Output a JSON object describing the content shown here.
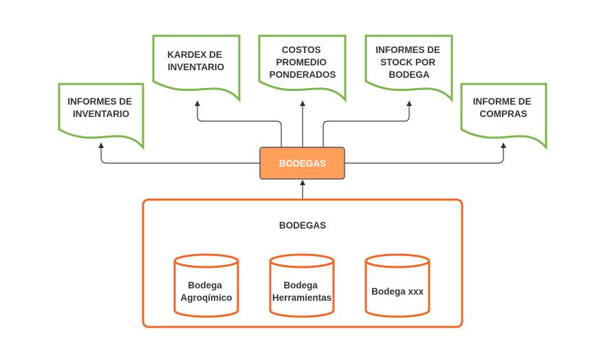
{
  "documents": [
    {
      "id": "informes-inventario",
      "lines": [
        "INFORMES DE",
        "INVENTARIO"
      ]
    },
    {
      "id": "kardex-inventario",
      "lines": [
        "KARDEX DE",
        "INVENTARIO"
      ]
    },
    {
      "id": "costos-promedio",
      "lines": [
        "COSTOS",
        "PROMEDIO",
        "PONDERADOS"
      ]
    },
    {
      "id": "informes-stock",
      "lines": [
        "INFORMES DE",
        "STOCK POR",
        "BODEGA"
      ]
    },
    {
      "id": "informe-compras",
      "lines": [
        "INFORME DE",
        "COMPRAS"
      ]
    }
  ],
  "hub": {
    "label": "BODEGAS"
  },
  "container": {
    "title": "BODEGAS"
  },
  "databases": [
    {
      "id": "agroquimico",
      "lines": [
        "Bodega",
        "Agroqímico"
      ]
    },
    {
      "id": "herramientas",
      "lines": [
        "Bodega",
        "Herramientas"
      ]
    },
    {
      "id": "xxx",
      "lines": [
        "Bodega xxx"
      ]
    }
  ],
  "colors": {
    "document_border": "#7ab648",
    "hub_fill": "#ff9f5a",
    "hub_border": "#555555",
    "container_border": "#f26522",
    "database_border": "#f26522",
    "connector": "#333333",
    "text": "#333333",
    "hub_text": "#ffffff"
  }
}
